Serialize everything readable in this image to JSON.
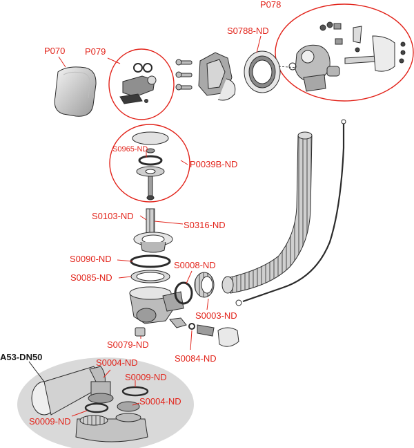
{
  "colors": {
    "callout": "#e2231a",
    "line": "#2b2b2b",
    "group_fill": "#d9d9d9",
    "part_fill": "#cfcfcf"
  },
  "labels": {
    "p078": "P078",
    "s0788": "S0788-ND",
    "p070": "P070",
    "p079": "P079",
    "s0965": "S0965-ND",
    "p0039b": "P0039B-ND",
    "s0103": "S0103-ND",
    "s0316": "S0316-ND",
    "s0090": "S0090-ND",
    "s0085": "S0085-ND",
    "s0008": "S0008-ND",
    "s0003": "S0003-ND",
    "s0079": "S0079-ND",
    "s0084": "S0084-ND",
    "a53": "A53-DN50",
    "s0004a": "S0004-ND",
    "s0009a": "S0009-ND",
    "s0004b": "S0004-ND",
    "s0009b": "S0009-ND"
  }
}
